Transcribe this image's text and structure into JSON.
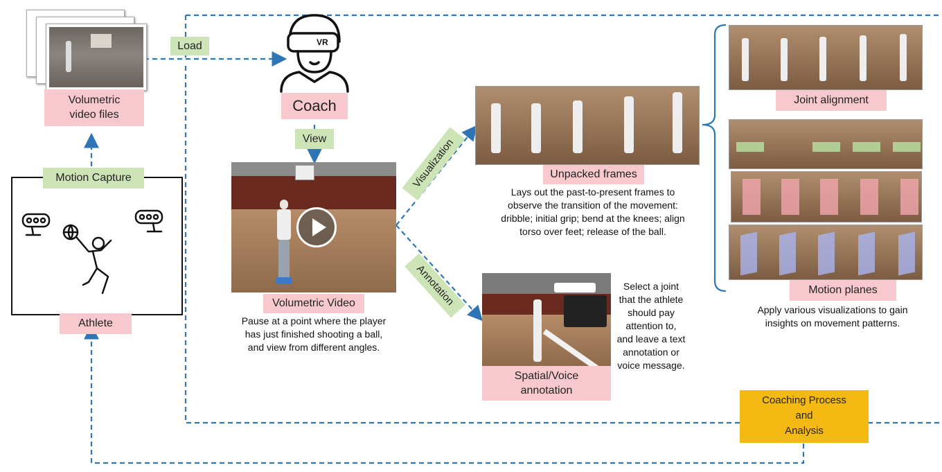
{
  "labels": {
    "volumetric_files": "Volumetric\nvideo files",
    "load": "Load",
    "coach": "Coach",
    "view": "View",
    "motion_capture": "Motion Capture",
    "athlete": "Athlete",
    "volumetric_video": "Volumetric Video",
    "visualization": "Visualization",
    "annotation": "Annotation",
    "unpacked_frames": "Unpacked frames",
    "spatial_voice": "Spatial/Voice\nannotation",
    "joint_alignment": "Joint alignment",
    "motion_planes": "Motion planes",
    "coaching_process": "Coaching Process\nand\nAnalysis",
    "vr": "VR"
  },
  "descriptions": {
    "volumetric_video": "Pause at a point where the player\nhas just finished shooting a ball,\nand view from different angles.",
    "unpacked_frames": "Lays out the past-to-present frames to\nobserve the transition of the movement:\ndribble; initial grip; bend at the knees; align\ntorso over feet; release of the ball.",
    "spatial_voice": "Select a joint\nthat the athlete\nshould pay\nattention to,\nand leave a text\nannotation or\nvoice message.",
    "motion_planes": "Apply various visualizations to gain\ninsights on movement patterns."
  },
  "colors": {
    "arrow": "#2e75b6",
    "pink": "#f7c9ce",
    "green": "#cde5b6",
    "gold": "#f5b914",
    "court_floor": "#a07c5a",
    "court_wall": "#6b2a1f"
  }
}
